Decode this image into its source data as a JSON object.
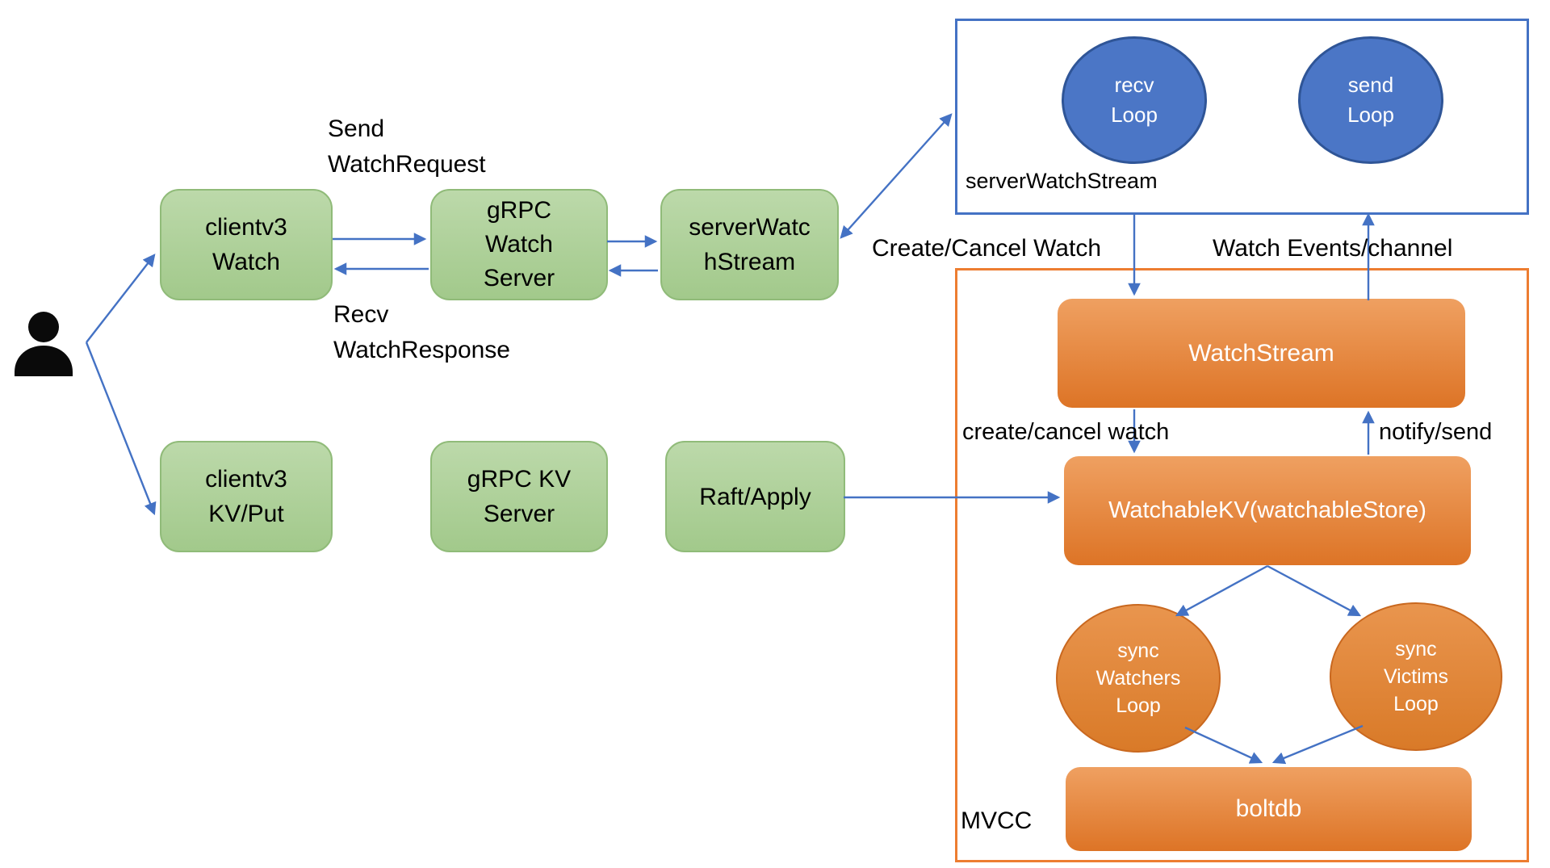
{
  "nodes": {
    "clientv3_watch": "clientv3\nWatch",
    "grpc_watch_server": "gRPC\nWatch\nServer",
    "server_watch_stream_node": "serverWatc\nhStream",
    "clientv3_kv_put": "clientv3\nKV/Put",
    "grpc_kv_server": "gRPC KV\nServer",
    "raft_apply": "Raft/Apply"
  },
  "server_watch_stream_box": {
    "label": "serverWatchStream",
    "recv_loop": "recv\nLoop",
    "send_loop": "send\nLoop"
  },
  "mvcc_box": {
    "label": "MVCC",
    "watch_stream": "WatchStream",
    "watchable_kv": "WatchableKV(watchableStore)",
    "sync_watchers_loop": "sync\nWatchers\nLoop",
    "sync_victims_loop": "sync\nVictims\nLoop",
    "boltdb": "boltdb"
  },
  "edge_labels": {
    "send_watch_request": "Send\nWatchRequest",
    "recv_watch_response": "Recv\nWatchResponse",
    "create_cancel_watch": "Create/Cancel Watch",
    "watch_events_channel": "Watch Events/channel",
    "create_cancel_watch_internal": "create/cancel watch",
    "notify_send": "notify/send"
  },
  "colors": {
    "green_top": "#bcd9aa",
    "green_bottom": "#a2c98b",
    "green_border": "#90bb79",
    "blue_fill": "#4b76c6",
    "blue_border": "#2f5597",
    "box_blue": "#4472c4",
    "orange_top": "#efa061",
    "orange_bottom": "#dd7426",
    "orange_border": "#ed7d31",
    "ellipse_orange_top": "#e9954e",
    "ellipse_orange_bottom": "#d97a28",
    "ellipse_orange_border": "#c9681f",
    "arrow": "#4472c4",
    "ink": "#000000",
    "paper": "#ffffff"
  }
}
